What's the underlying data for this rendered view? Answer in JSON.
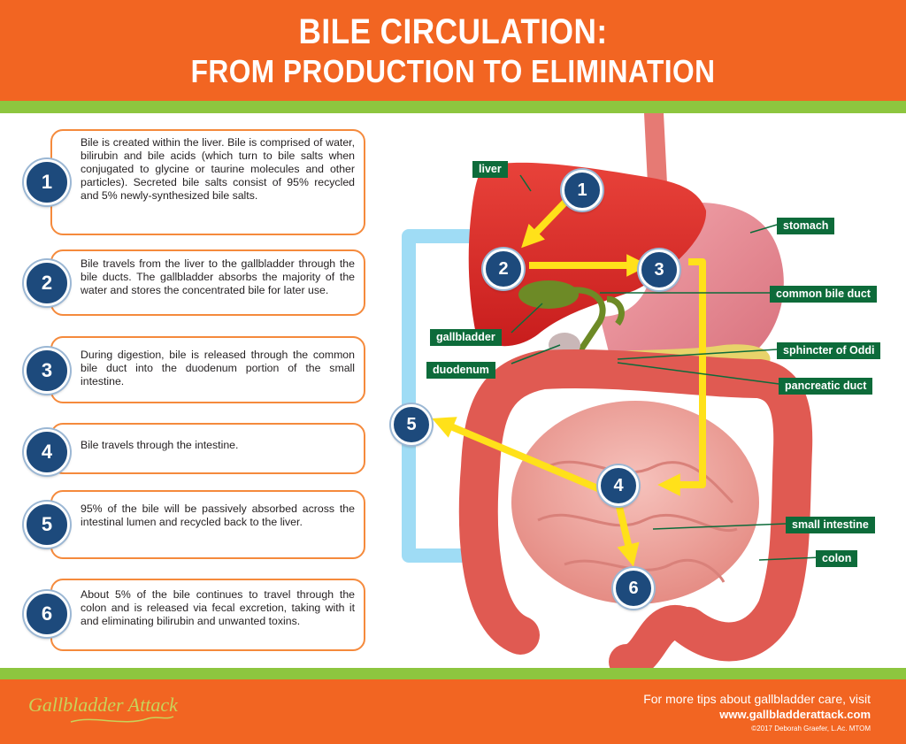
{
  "header": {
    "title_line1": "BILE CIRCULATION:",
    "title_line2": "FROM PRODUCTION TO ELIMINATION"
  },
  "steps": [
    {
      "number": "1",
      "text": "Bile is created within the liver. Bile is comprised of water, bilirubin and bile acids (which turn to bile salts when conjugated to glycine or taurine molecules and other particles). Secreted bile salts consist of 95% recycled and 5% newly-synthesized bile salts."
    },
    {
      "number": "2",
      "text": "Bile travels from the liver to the gallbladder through the bile ducts. The gallbladder absorbs the majority of the water and stores the concentrated bile for later use."
    },
    {
      "number": "3",
      "text": "During digestion, bile is released through the common bile duct into the duodenum portion of the small intestine."
    },
    {
      "number": "4",
      "text": "Bile travels through the intestine."
    },
    {
      "number": "5",
      "text": "95% of the bile will be passively absorbed across the intestinal lumen and recycled back to the liver."
    },
    {
      "number": "6",
      "text": "About 5% of the bile continues to travel through the colon and is released via fecal excretion, taking with it and eliminating bilirubin and unwanted toxins."
    }
  ],
  "diagram": {
    "labels": {
      "liver": "liver",
      "stomach": "stomach",
      "common_bile_duct": "common bile duct",
      "gallbladder": "gallbladder",
      "sphincter": "sphincter of Oddi",
      "duodenum": "duodenum",
      "pancreatic_duct": "pancreatic duct",
      "small_intestine": "small intestine",
      "colon": "colon"
    },
    "markers": [
      "1",
      "2",
      "3",
      "4",
      "5",
      "6"
    ]
  },
  "footer": {
    "brand": "Gallbladder Attack",
    "tip": "For more tips about gallbladder care, visit",
    "url": "www.gallbladderattack.com",
    "copyright": "©2017 Deborah Graefer, L.Ac. MTOM"
  },
  "colors": {
    "orange": "#f26522",
    "green_bar": "#8dc63f",
    "label_green": "#0d6b3a",
    "circle_blue": "#1d4a7c",
    "arrow_yellow": "#ffe11a",
    "recycle_blue": "#9fdcf5"
  }
}
